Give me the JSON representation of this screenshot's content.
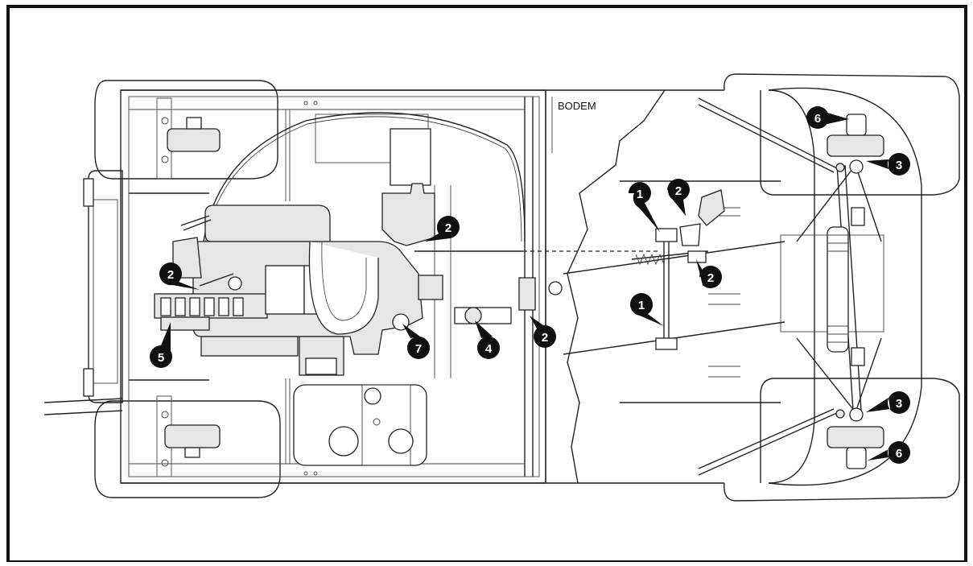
{
  "floor_label": "BODEM",
  "callouts": [
    {
      "id": "c-1a",
      "num": "1"
    },
    {
      "id": "c-1b",
      "num": "1"
    },
    {
      "id": "c-2a",
      "num": "2"
    },
    {
      "id": "c-2b",
      "num": "2"
    },
    {
      "id": "c-2c",
      "num": "2"
    },
    {
      "id": "c-2d",
      "num": "2"
    },
    {
      "id": "c-2e",
      "num": "2"
    },
    {
      "id": "c-3a",
      "num": "3"
    },
    {
      "id": "c-3b",
      "num": "3"
    },
    {
      "id": "c-4",
      "num": "4"
    },
    {
      "id": "c-5",
      "num": "5"
    },
    {
      "id": "c-6a",
      "num": "6"
    },
    {
      "id": "c-6b",
      "num": "6"
    },
    {
      "id": "c-7",
      "num": "7"
    }
  ],
  "colors": {
    "line": "#222222",
    "callout": "#111111",
    "fill": "#e6e6e6"
  }
}
